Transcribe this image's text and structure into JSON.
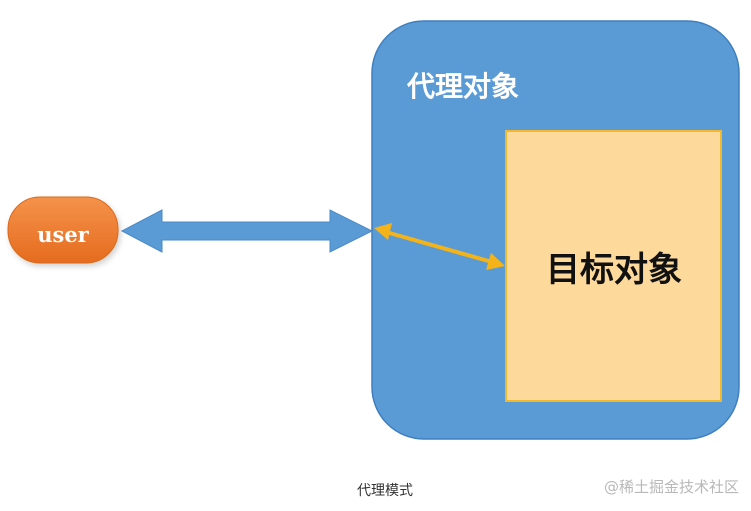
{
  "diagram": {
    "user_label": "user",
    "proxy_label": "代理对象",
    "target_label": "目标对象"
  },
  "caption": "代理模式",
  "watermark": "@稀土掘金技术社区",
  "colors": {
    "proxy_fill": "#5b9bd5",
    "proxy_stroke": "#3f7fbf",
    "target_fill": "#fdd99b",
    "target_stroke": "#f0b730",
    "user_fill": "#ec7a2c",
    "user_stroke": "#d96a1a",
    "arrow_blue": "#5b9bd5",
    "arrow_yellow": "#f4b419"
  }
}
